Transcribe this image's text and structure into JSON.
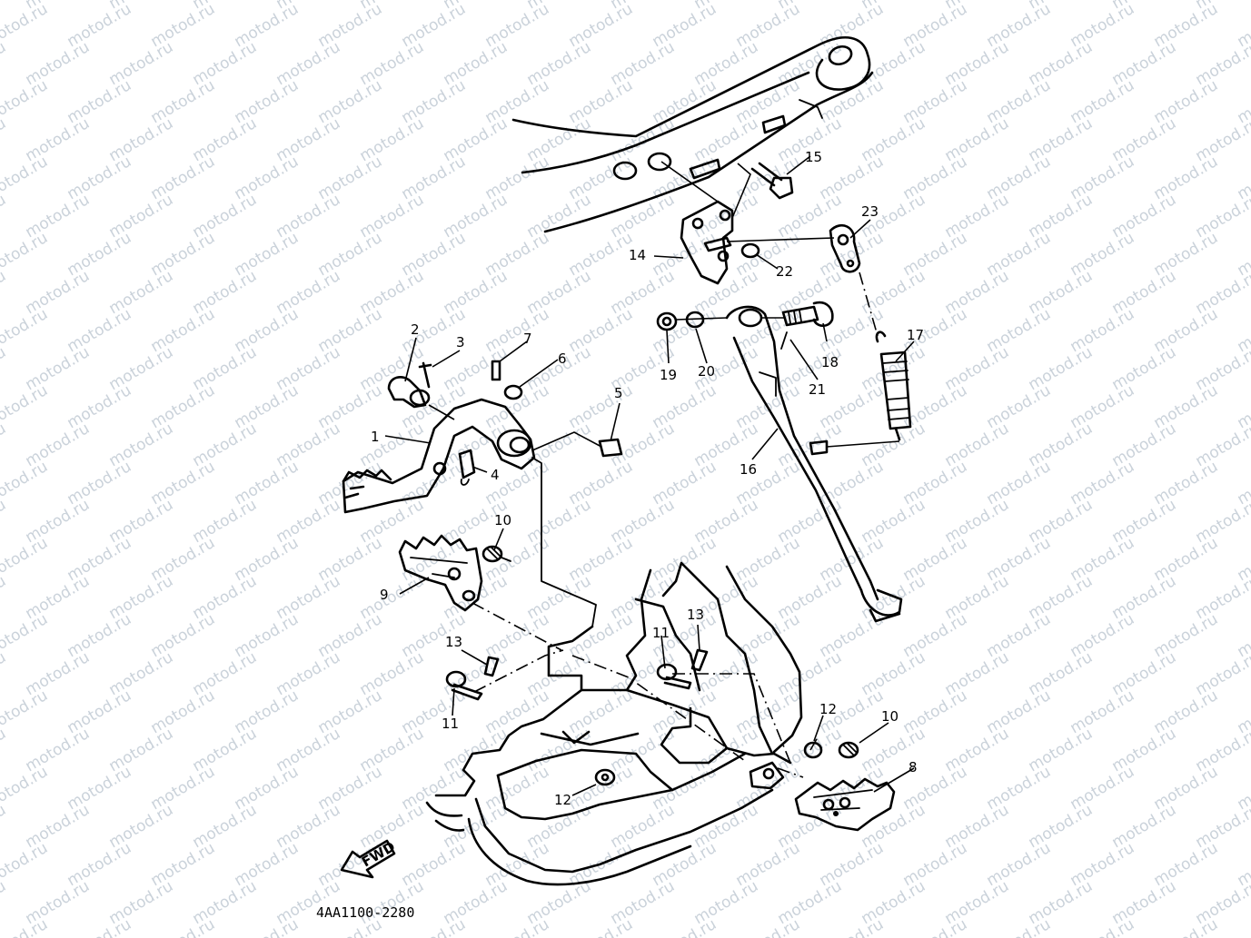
{
  "watermark": "motod.ru",
  "drawing_ref": "4AA1100-2280",
  "fwd_badge": "FWD",
  "callouts": [
    {
      "id": "c1",
      "label": "1"
    },
    {
      "id": "c2",
      "label": "2"
    },
    {
      "id": "c3",
      "label": "3"
    },
    {
      "id": "c4",
      "label": "4"
    },
    {
      "id": "c5",
      "label": "5"
    },
    {
      "id": "c6",
      "label": "6"
    },
    {
      "id": "c7",
      "label": "7"
    },
    {
      "id": "c8",
      "label": "8"
    },
    {
      "id": "c9",
      "label": "9"
    },
    {
      "id": "c10a",
      "label": "10"
    },
    {
      "id": "c10b",
      "label": "10"
    },
    {
      "id": "c11a",
      "label": "11"
    },
    {
      "id": "c11b",
      "label": "11"
    },
    {
      "id": "c12a",
      "label": "12"
    },
    {
      "id": "c12b",
      "label": "12"
    },
    {
      "id": "c13a",
      "label": "13"
    },
    {
      "id": "c13b",
      "label": "13"
    },
    {
      "id": "c14",
      "label": "14"
    },
    {
      "id": "c15",
      "label": "15"
    },
    {
      "id": "c16",
      "label": "16"
    },
    {
      "id": "c17",
      "label": "17"
    },
    {
      "id": "c18",
      "label": "18"
    },
    {
      "id": "c19",
      "label": "19"
    },
    {
      "id": "c20",
      "label": "20"
    },
    {
      "id": "c21",
      "label": "21"
    },
    {
      "id": "c22",
      "label": "22"
    },
    {
      "id": "c23",
      "label": "23"
    }
  ]
}
